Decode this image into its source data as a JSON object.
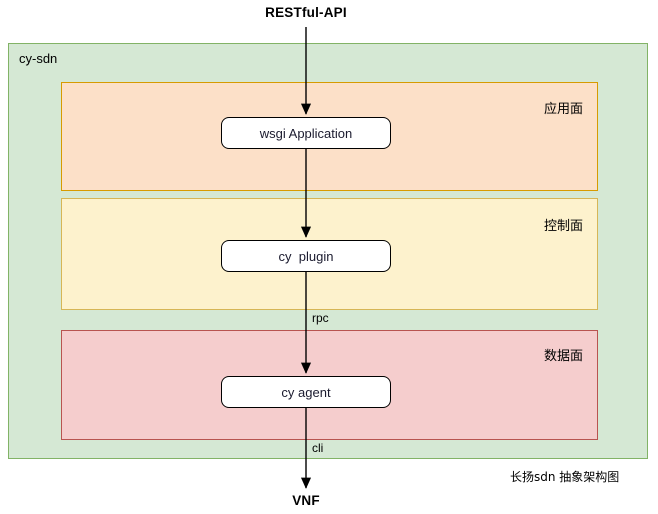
{
  "diagram": {
    "title_caption": "长扬sdn 抽象架构图",
    "endpoints": {
      "top": "RESTful-API",
      "bottom": "VNF"
    },
    "container": {
      "label": "cy-sdn",
      "fill": "#d5e8d4",
      "stroke": "#82b366"
    },
    "planes": [
      {
        "id": "application",
        "label": "应用面",
        "fill": "#fce0c8",
        "stroke": "#d79b00",
        "node": "wsgi Application"
      },
      {
        "id": "control",
        "label": "控制面",
        "fill": "#fdf2cd",
        "stroke": "#d6b656",
        "node": "cy  plugin"
      },
      {
        "id": "data",
        "label": "数据面",
        "fill": "#f5cdcd",
        "stroke": "#b85450",
        "node": "cy agent"
      }
    ],
    "edges": [
      {
        "id": "api-to-wsgi",
        "label": ""
      },
      {
        "id": "wsgi-to-plugin",
        "label": ""
      },
      {
        "id": "plugin-to-agent",
        "label": "rpc"
      },
      {
        "id": "agent-to-vnf",
        "label": "cli"
      }
    ],
    "arrow_color": "#000000"
  }
}
